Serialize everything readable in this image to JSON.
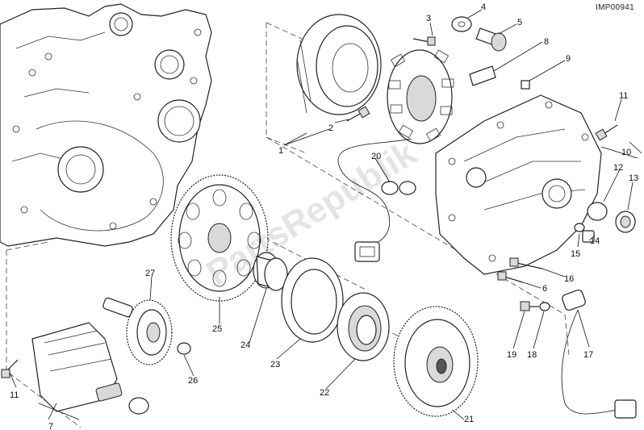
{
  "diagram_code": "IMP00941",
  "watermark": "PartsRepublik",
  "callouts": [
    "1",
    "2",
    "3",
    "4",
    "5",
    "6",
    "7",
    "8",
    "9",
    "10",
    "11",
    "11",
    "12",
    "13",
    "14",
    "15",
    "16",
    "17",
    "18",
    "19",
    "20",
    "21",
    "22",
    "23",
    "24",
    "25",
    "26",
    "27"
  ]
}
